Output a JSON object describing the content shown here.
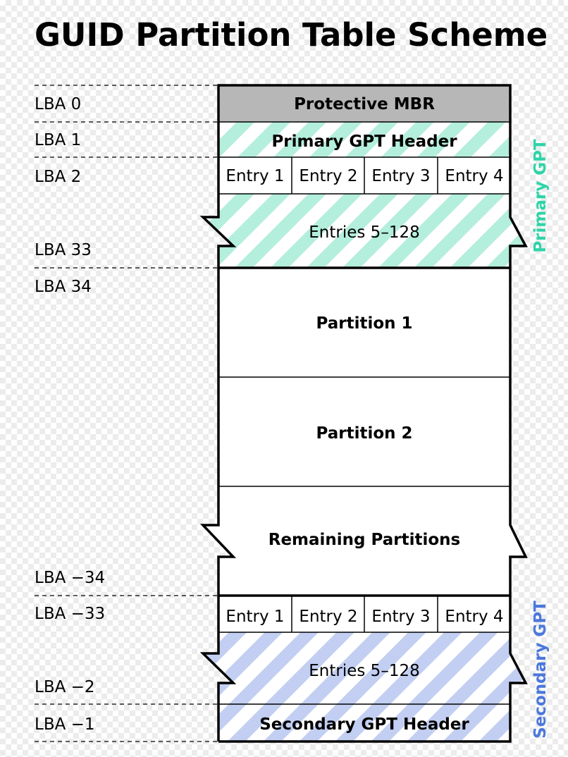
{
  "title": "GUID Partition Table Scheme",
  "lba_labels": {
    "lba0": "LBA 0",
    "lba1": "LBA 1",
    "lba2": "LBA 2",
    "lba33": "LBA 33",
    "lba34": "LBA 34",
    "lba_m34": "LBA −34",
    "lba_m33": "LBA −33",
    "lba_m2": "LBA −2",
    "lba_m1": "LBA −1"
  },
  "blocks": {
    "protective_mbr": "Protective MBR",
    "primary_header": "Primary GPT Header",
    "primary_entries": [
      "Entry 1",
      "Entry 2",
      "Entry 3",
      "Entry 4"
    ],
    "primary_more": "Entries 5–128",
    "partition1": "Partition 1",
    "partition2": "Partition 2",
    "remaining": "Remaining Partitions",
    "secondary_entries": [
      "Entry 1",
      "Entry 2",
      "Entry 3",
      "Entry 4"
    ],
    "secondary_more": "Entries 5–128",
    "secondary_header": "Secondary GPT Header"
  },
  "side_labels": {
    "primary": "Primary GPT",
    "secondary": "Secondary GPT"
  },
  "colors": {
    "primary": "#2ed4a8",
    "primary_stripe": "#b4eedc",
    "secondary": "#4b78dc",
    "secondary_stripe": "#c2cff2",
    "mbr": "#b7b7b7"
  }
}
